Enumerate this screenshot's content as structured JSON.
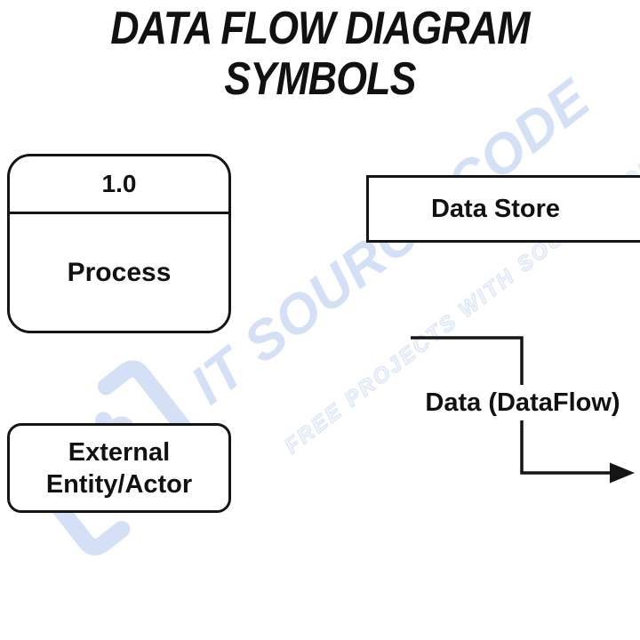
{
  "title": {
    "line1": "DATA FLOW DIAGRAM",
    "line2": "SYMBOLS"
  },
  "symbols": {
    "process": {
      "id": "1.0",
      "label": "Process"
    },
    "data_store": {
      "label": "Data Store"
    },
    "external_entity": {
      "label": "External Entity/Actor"
    },
    "data_flow": {
      "label": "Data (DataFlow)"
    }
  },
  "watermark": {
    "brand": "IT SOURCE CODE",
    "tagline": "FREE PROJECTS WITH SOURCE CODES",
    "color": "#d3e0f6"
  },
  "colors": {
    "background": "#ffffff",
    "line": "#151515",
    "text": "#111111",
    "watermark": "#d3e0f6"
  }
}
